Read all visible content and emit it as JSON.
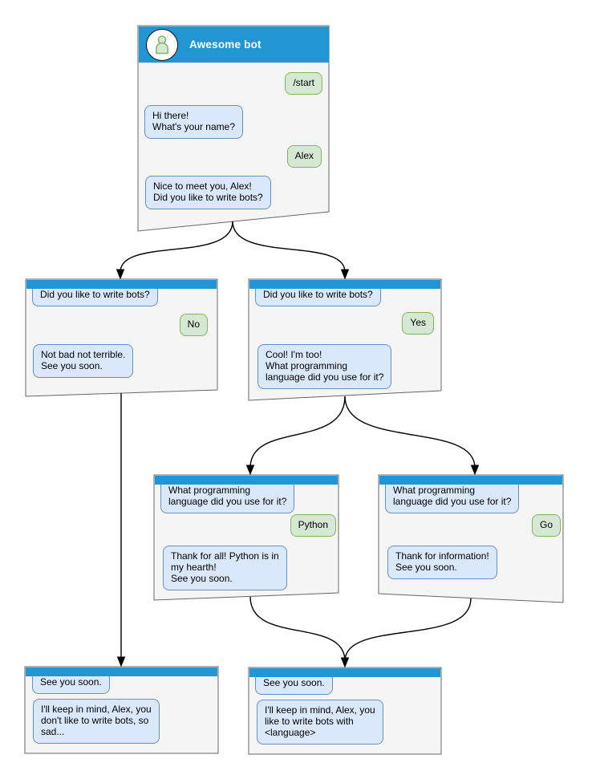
{
  "colors": {
    "titlebar_blue": "#2196d3",
    "title_text": "#ffffff",
    "window_bg": "#f5f5f5",
    "window_border": "#666666",
    "bot_bubble_bg": "#dae8fc",
    "bot_bubble_border": "#6c8ebf",
    "user_bubble_bg": "#d5e8d4",
    "user_bubble_border": "#82b366",
    "connector": "#000000"
  },
  "diagram": {
    "main_window": {
      "title": "Awesome bot",
      "start_command": "/start",
      "greeting": "Hi there!\nWhat's your name?",
      "name_reply": "Alex",
      "question": "Nice to meet you, Alex!\nDid you like to write bots?"
    },
    "no_branch": {
      "question": "Did you like to write bots?",
      "answer": "No",
      "response": "Not bad not terrible.\nSee you soon."
    },
    "yes_branch": {
      "question": "Did you like to write bots?",
      "answer": "Yes",
      "response": "Cool! I'm too!\nWhat programming\nlanguage did you use for it?"
    },
    "python_branch": {
      "question": "What programming\nlanguage did you use for it?",
      "answer": "Python",
      "response": "Thank for all! Python is in\nmy hearth!\nSee you soon."
    },
    "go_branch": {
      "question": "What programming\nlanguage did you use for it?",
      "answer": "Go",
      "response": "Thank for information!\nSee you soon."
    },
    "end_no": {
      "question": "See you soon.",
      "response": "I'll keep in mind, Alex, you\ndon't like to write bots, so\nsad..."
    },
    "end_yes": {
      "question": "See you soon.",
      "response": "I'll keep in mind, Alex, you\nlike to write bots with\n<language>"
    }
  }
}
